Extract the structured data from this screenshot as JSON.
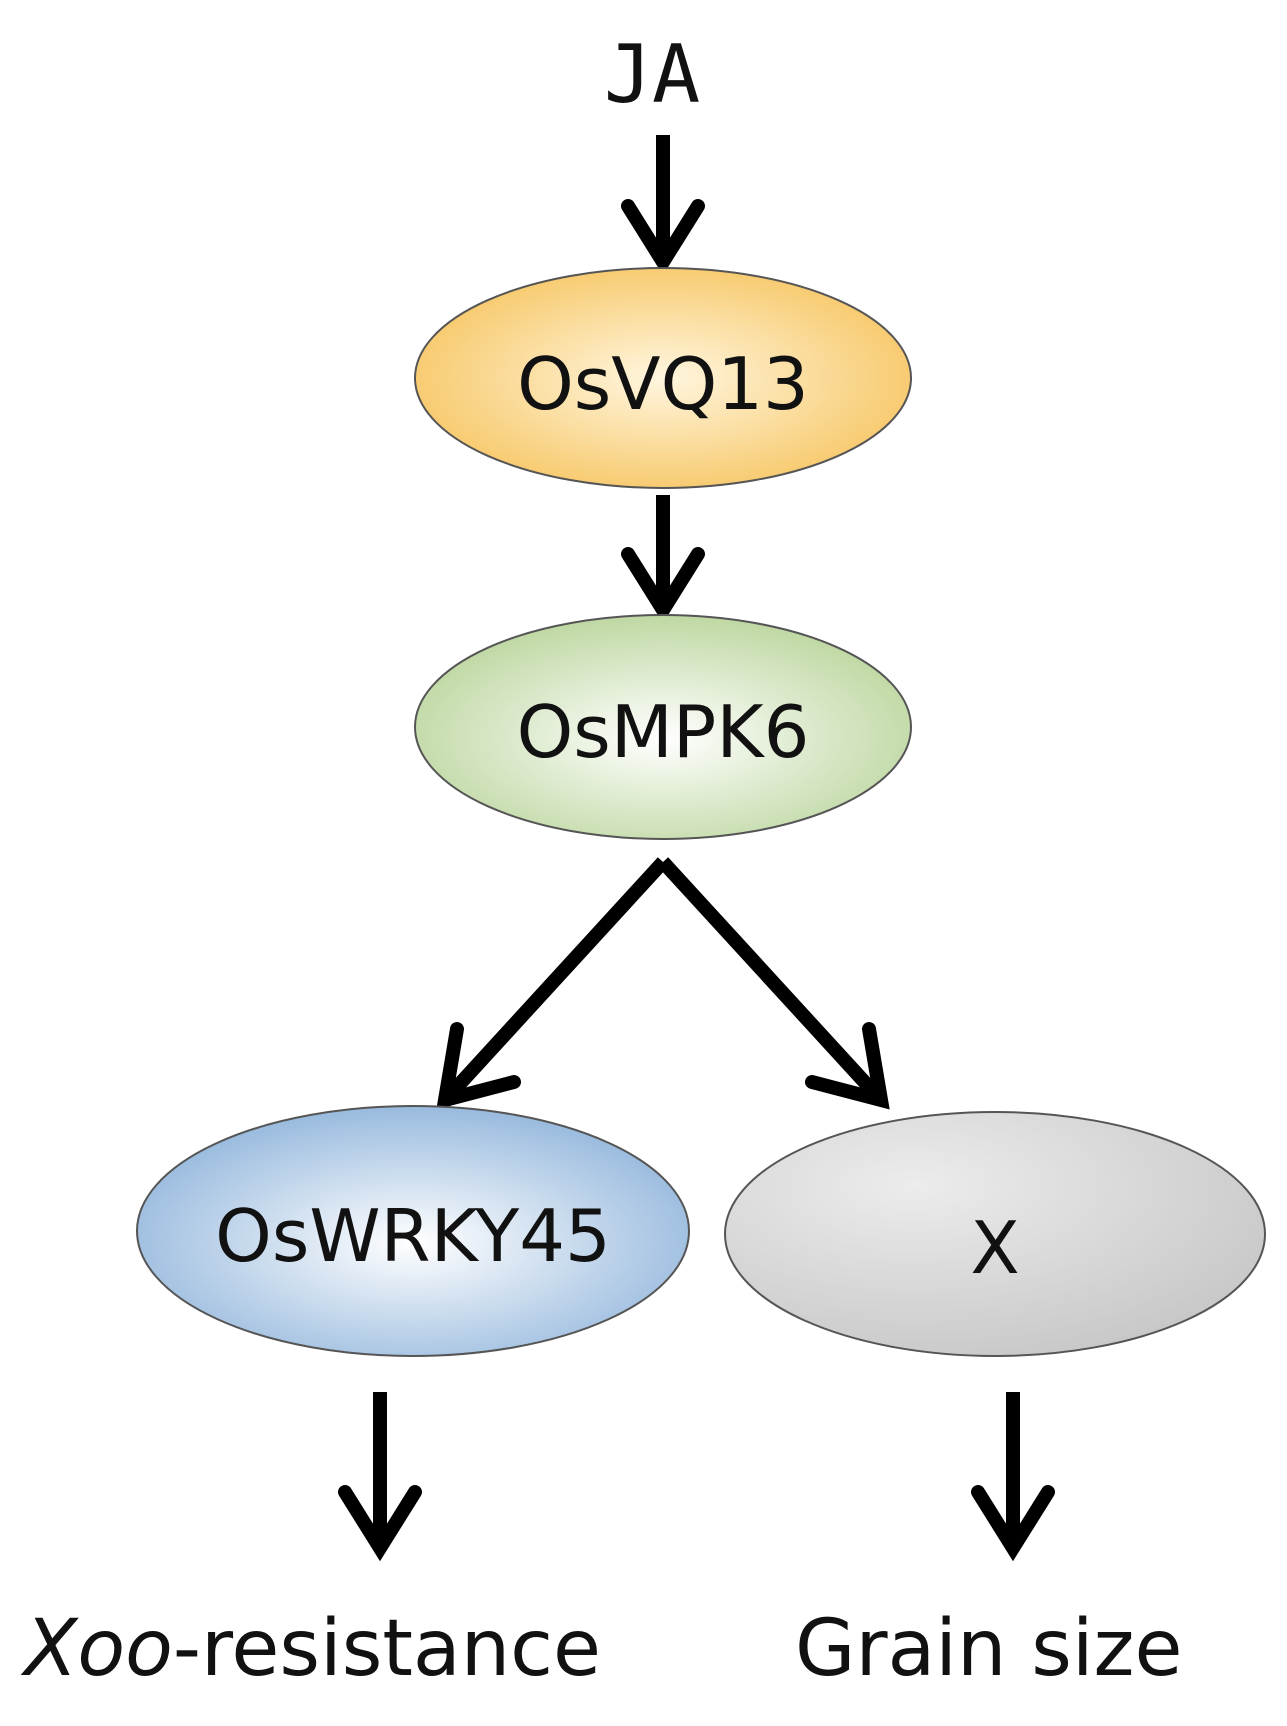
{
  "input": {
    "label": "JA"
  },
  "nodes": [
    {
      "id": "osvq13",
      "label": "OsVQ13",
      "fill": "#f6c35c",
      "center_fill": "#fff6df"
    },
    {
      "id": "osmpk6",
      "label": "OsMPK6",
      "fill": "#b9d49a",
      "center_fill": "#ffffff"
    },
    {
      "id": "oswrky45",
      "label": "OsWRKY45",
      "fill": "#8fb4db",
      "center_fill": "#ffffff"
    },
    {
      "id": "x",
      "label": "X",
      "fill": "#c8c8c8",
      "center_fill": "#ececec"
    }
  ],
  "outputs": {
    "left": {
      "italic_part": "Xoo",
      "rest": "-resistance"
    },
    "right": {
      "label": "Grain size"
    }
  },
  "edges": [
    {
      "from": "JA",
      "to": "OsVQ13"
    },
    {
      "from": "OsVQ13",
      "to": "OsMPK6"
    },
    {
      "from": "OsMPK6",
      "to": "OsWRKY45"
    },
    {
      "from": "OsMPK6",
      "to": "X"
    },
    {
      "from": "OsWRKY45",
      "to": "Xoo-resistance"
    },
    {
      "from": "X",
      "to": "Grain size"
    }
  ]
}
